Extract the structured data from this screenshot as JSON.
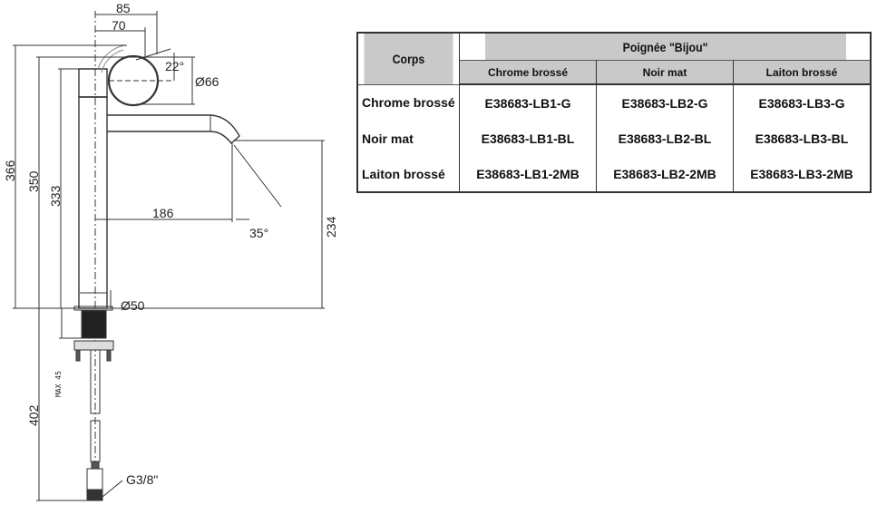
{
  "drawing": {
    "dimensions": {
      "width_85": "85",
      "width_70": "70",
      "angle_handle": "22°",
      "handle_diameter": "Ø66",
      "height_366": "366",
      "height_350": "350",
      "height_333": "333",
      "reach_186": "186",
      "angle_spout": "35°",
      "height_234": "234",
      "base_diameter": "Ø50",
      "max_thickness": "MAX 45",
      "depth_402": "402",
      "connection": "G3/8\""
    }
  },
  "table": {
    "corner_header": "Corps",
    "group_header": "Poignée \"Bijou\"",
    "columns": [
      "Chrome brossé",
      "Noir mat",
      "Laiton brossé"
    ],
    "rows": [
      {
        "label": "Chrome brossé",
        "cells": [
          "E38683-LB1-G",
          "E38683-LB2-G",
          "E38683-LB3-G"
        ]
      },
      {
        "label": "Noir mat",
        "cells": [
          "E38683-LB1-BL",
          "E38683-LB2-BL",
          "E38683-LB3-BL"
        ]
      },
      {
        "label": "Laiton brossé",
        "cells": [
          "E38683-LB1-2MB",
          "E38683-LB2-2MB",
          "E38683-LB3-2MB"
        ]
      }
    ]
  }
}
